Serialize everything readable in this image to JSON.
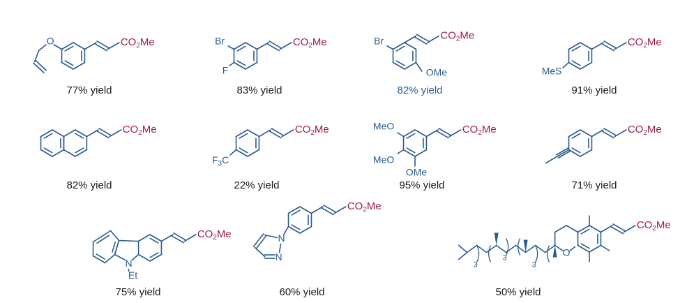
{
  "colors": {
    "bond": "#2a5b90",
    "ester": "#9b1b4e",
    "label_blue": "#2a5b90",
    "text": "#1a1a1a"
  },
  "ester_label": "CO2Me",
  "compounds": [
    {
      "id": "allyloxy",
      "substituents": [],
      "yield": "77% yield"
    },
    {
      "id": "bromo-fluoro",
      "substituents": [
        "Br",
        "F"
      ],
      "yield": "83% yield"
    },
    {
      "id": "bromo-methoxy",
      "substituents": [
        "Br",
        "OMe"
      ],
      "yield": "82% yield"
    },
    {
      "id": "methylthio",
      "substituents": [
        "MeS"
      ],
      "yield": "91% yield"
    },
    {
      "id": "naphthyl",
      "substituents": [],
      "yield": "82% yield"
    },
    {
      "id": "trifluoromethyl",
      "substituents": [
        "F3C"
      ],
      "yield": "22% yield"
    },
    {
      "id": "trimethoxy",
      "substituents": [
        "MeO",
        "MeO",
        "OMe"
      ],
      "yield": "95% yield"
    },
    {
      "id": "propynyl",
      "substituents": [],
      "yield": "71% yield"
    },
    {
      "id": "carbazole",
      "substituents": [
        "N",
        "Et"
      ],
      "yield": "75% yield"
    },
    {
      "id": "pyrazolyl",
      "substituents": [
        "N",
        "N"
      ],
      "yield": "60% yield"
    },
    {
      "id": "tocopherol",
      "substituents": [
        "O",
        "3",
        "3",
        "3"
      ],
      "yield": "50% yield"
    }
  ]
}
